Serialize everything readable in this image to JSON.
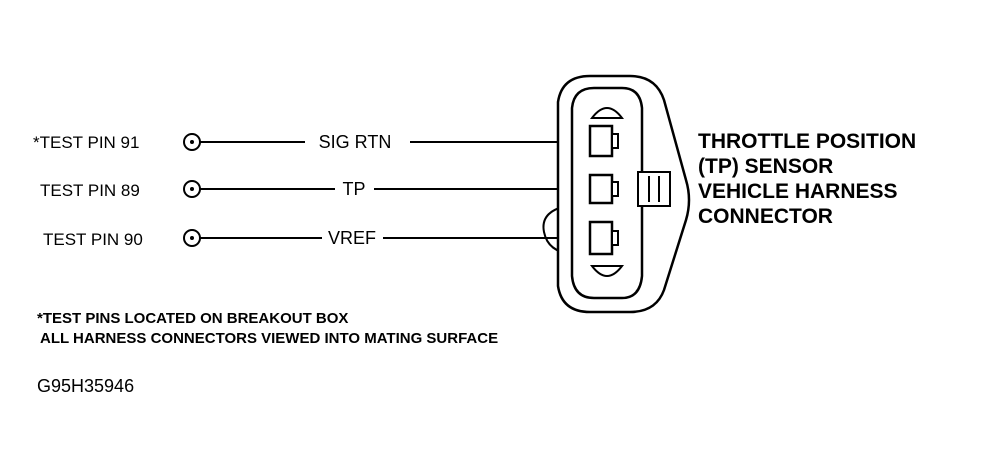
{
  "pins": [
    {
      "label": "*TEST PIN 91",
      "signal": "SIG RTN"
    },
    {
      "label": "TEST PIN 89",
      "signal": "TP"
    },
    {
      "label": "TEST PIN 90",
      "signal": "VREF"
    }
  ],
  "connector": {
    "title_lines": [
      "THROTTLE POSITION",
      "(TP) SENSOR",
      "VEHICLE HARNESS",
      "CONNECTOR"
    ]
  },
  "notes": [
    "*TEST PINS LOCATED ON BREAKOUT BOX",
    "ALL HARNESS CONNECTORS VIEWED INTO MATING SURFACE"
  ],
  "figure_id": "G95H35946"
}
